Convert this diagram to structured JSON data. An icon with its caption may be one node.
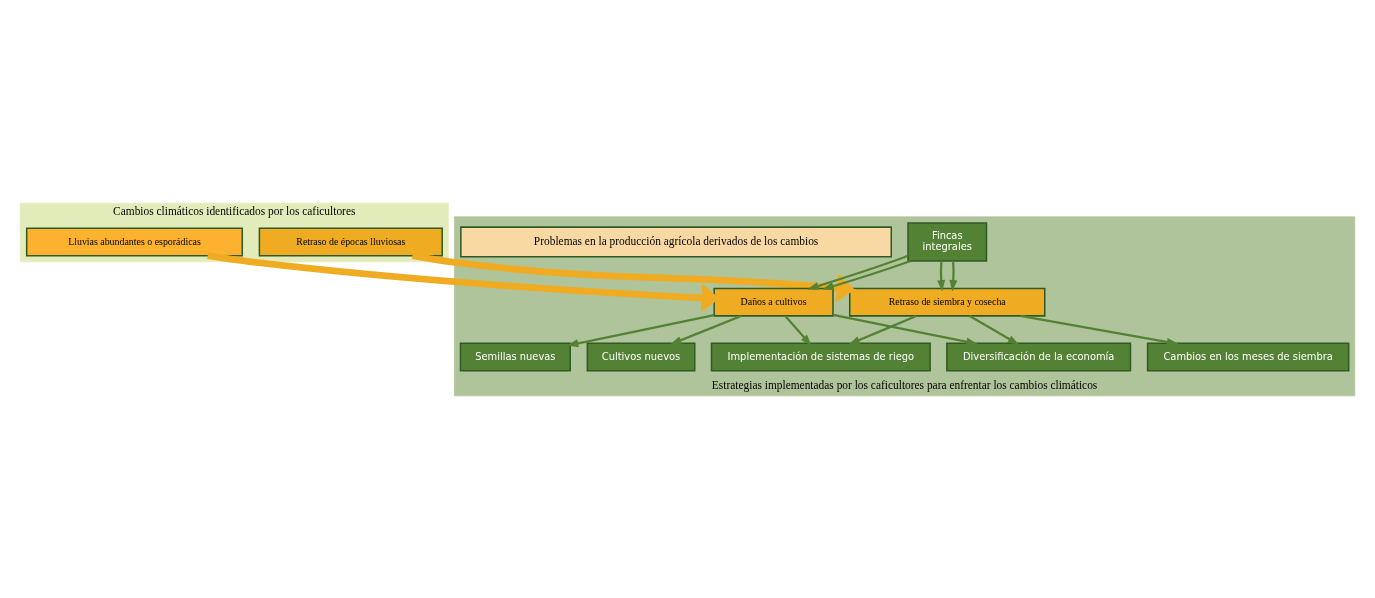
{
  "diagram": {
    "nodes": [
      {
        "text": [
          "Cambios climáticos identificados por los caficultores"
        ]
      },
      {
        "text": [
          "Retraso de épocas lluviosas"
        ],
        "in": 0
      },
      {
        "text": [
          "Lluvias abundantes o esporádicas"
        ],
        "in": 0
      },
      {
        "text": [
          "Estrategias implementadas por los caficultores para enfrentar los cambios climáticos"
        ]
      },
      {
        "text": [
          "Cambios en los meses de siembra"
        ],
        "in": 3
      },
      {
        "text": [
          "Retraso de siembra y cosecha"
        ],
        "in": 3
      },
      {
        "text": [
          "Implementación de sistemas de riego"
        ],
        "in": 3
      },
      {
        "text": [
          "Fincas",
          "integrales"
        ],
        "in": 3
      },
      {
        "text": [
          "Problemas en la producción agrícola derivados de los cambios"
        ],
        "in": 3
      },
      {
        "text": [
          "Diversificación de la economía"
        ],
        "in": 3
      },
      {
        "text": [
          "Daños a cultivos"
        ],
        "in": 3
      },
      {
        "text": [
          "Semillas nuevas"
        ],
        "in": 3
      },
      {
        "text": [
          "Cultivos nuevos"
        ],
        "in": 3
      }
    ],
    "edges": [
      {
        "from": 1,
        "to": 5,
        "arrow": "to",
        "style": "thick",
        "color": "#efac22"
      },
      {
        "from": 2,
        "to": 10,
        "arrow": "to",
        "style": "thick",
        "color": "#efac22"
      },
      {
        "from": 5,
        "to": 4,
        "arrow": "to"
      },
      {
        "from": 5,
        "to": 6,
        "arrow": "to"
      },
      {
        "from": 5,
        "to": 9,
        "arrow": "to"
      },
      {
        "from": 10,
        "to": 6,
        "arrow": "to"
      },
      {
        "from": 10,
        "to": 9,
        "arrow": "to"
      },
      {
        "from": 7,
        "to": 5,
        "arrow": "to"
      },
      {
        "from": 7,
        "to": 10,
        "arrow": "to"
      },
      {
        "from": 7,
        "to": 5,
        "arrow": "to"
      },
      {
        "from": 7,
        "to": 10,
        "arrow": "to"
      },
      {
        "from": 10,
        "to": 11,
        "arrow": "to"
      },
      {
        "from": 10,
        "to": 12,
        "arrow": "to"
      }
    ]
  }
}
